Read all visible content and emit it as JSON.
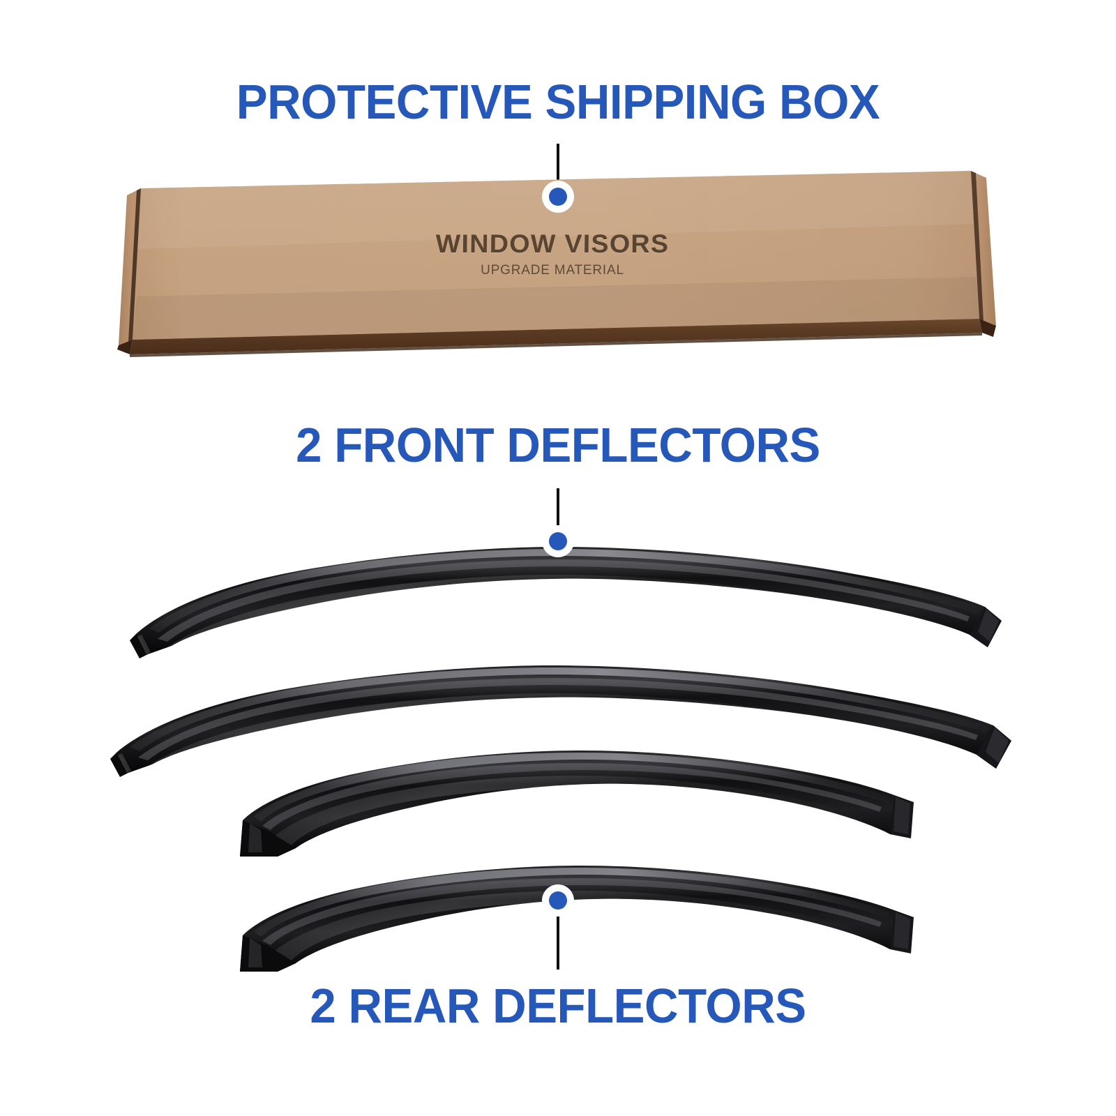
{
  "page": {
    "background_color": "#FFFFFF",
    "accent_color": "#2558B8"
  },
  "callouts": [
    {
      "id": "protective-shipping-box",
      "label": "PROTECTIVE SHIPPING BOX",
      "marker": "callout-dot",
      "color": "#2558B8"
    },
    {
      "id": "front-deflectors",
      "label": "2 FRONT DEFLECTORS",
      "marker": "callout-dot",
      "color": "#2558B8"
    },
    {
      "id": "rear-deflectors",
      "label": "2 REAR DEFLECTORS",
      "marker": "callout-dot",
      "color": "#2558B8"
    }
  ],
  "shipping_box": {
    "printed_title": "WINDOW VISORS",
    "printed_subtitle": "UPGRADE MATERIAL",
    "cardboard_color": "#C8A582",
    "cardboard_shadow_color": "#5A3A22",
    "label_placeholder": "dashed-square-outline"
  },
  "products": {
    "material_color": "#0B0B0B",
    "items": [
      {
        "name": "front-deflector-left",
        "position": "front",
        "length": "long"
      },
      {
        "name": "front-deflector-right",
        "position": "front",
        "length": "long"
      },
      {
        "name": "rear-deflector-left",
        "position": "rear",
        "length": "short"
      },
      {
        "name": "rear-deflector-right",
        "position": "rear",
        "length": "short"
      }
    ]
  }
}
